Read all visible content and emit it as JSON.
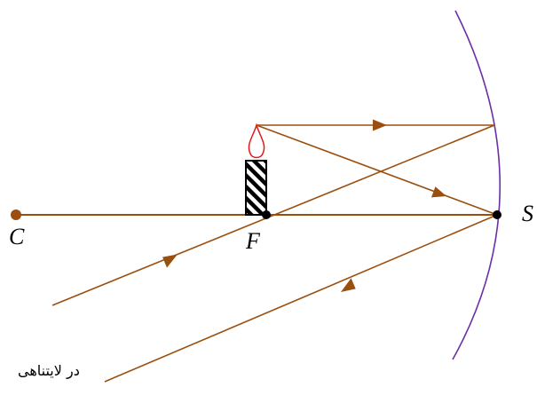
{
  "labels": {
    "center_of_curvature": "C",
    "focus": "F",
    "vertex": "S",
    "infinity_note": "در لایتناهی"
  },
  "colors": {
    "ray": "#9a4f0f",
    "mirror": "#6b2fa8",
    "flame": "#e01818",
    "candle_border": "#000000",
    "focus_dot": "#000000",
    "background": "#ffffff"
  }
}
